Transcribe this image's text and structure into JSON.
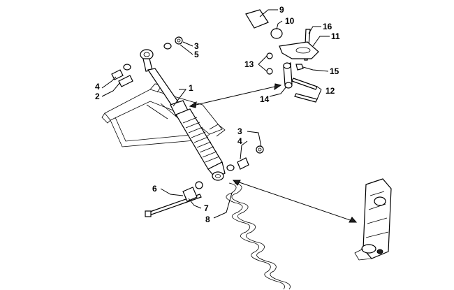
{
  "callouts": [
    {
      "id": "c1",
      "text": "1"
    },
    {
      "id": "c2",
      "text": "2"
    },
    {
      "id": "c3a",
      "text": "3"
    },
    {
      "id": "c3b",
      "text": "3"
    },
    {
      "id": "c4a",
      "text": "4"
    },
    {
      "id": "c4b",
      "text": "4"
    },
    {
      "id": "c5",
      "text": "5"
    },
    {
      "id": "c6",
      "text": "6"
    },
    {
      "id": "c7",
      "text": "7"
    },
    {
      "id": "c8",
      "text": "8"
    },
    {
      "id": "c9",
      "text": "9"
    },
    {
      "id": "c10",
      "text": "10"
    },
    {
      "id": "c11",
      "text": "11"
    },
    {
      "id": "c12",
      "text": "12"
    },
    {
      "id": "c13",
      "text": "13"
    },
    {
      "id": "c14",
      "text": "14"
    },
    {
      "id": "c15",
      "text": "15"
    },
    {
      "id": "c16",
      "text": "16"
    }
  ]
}
